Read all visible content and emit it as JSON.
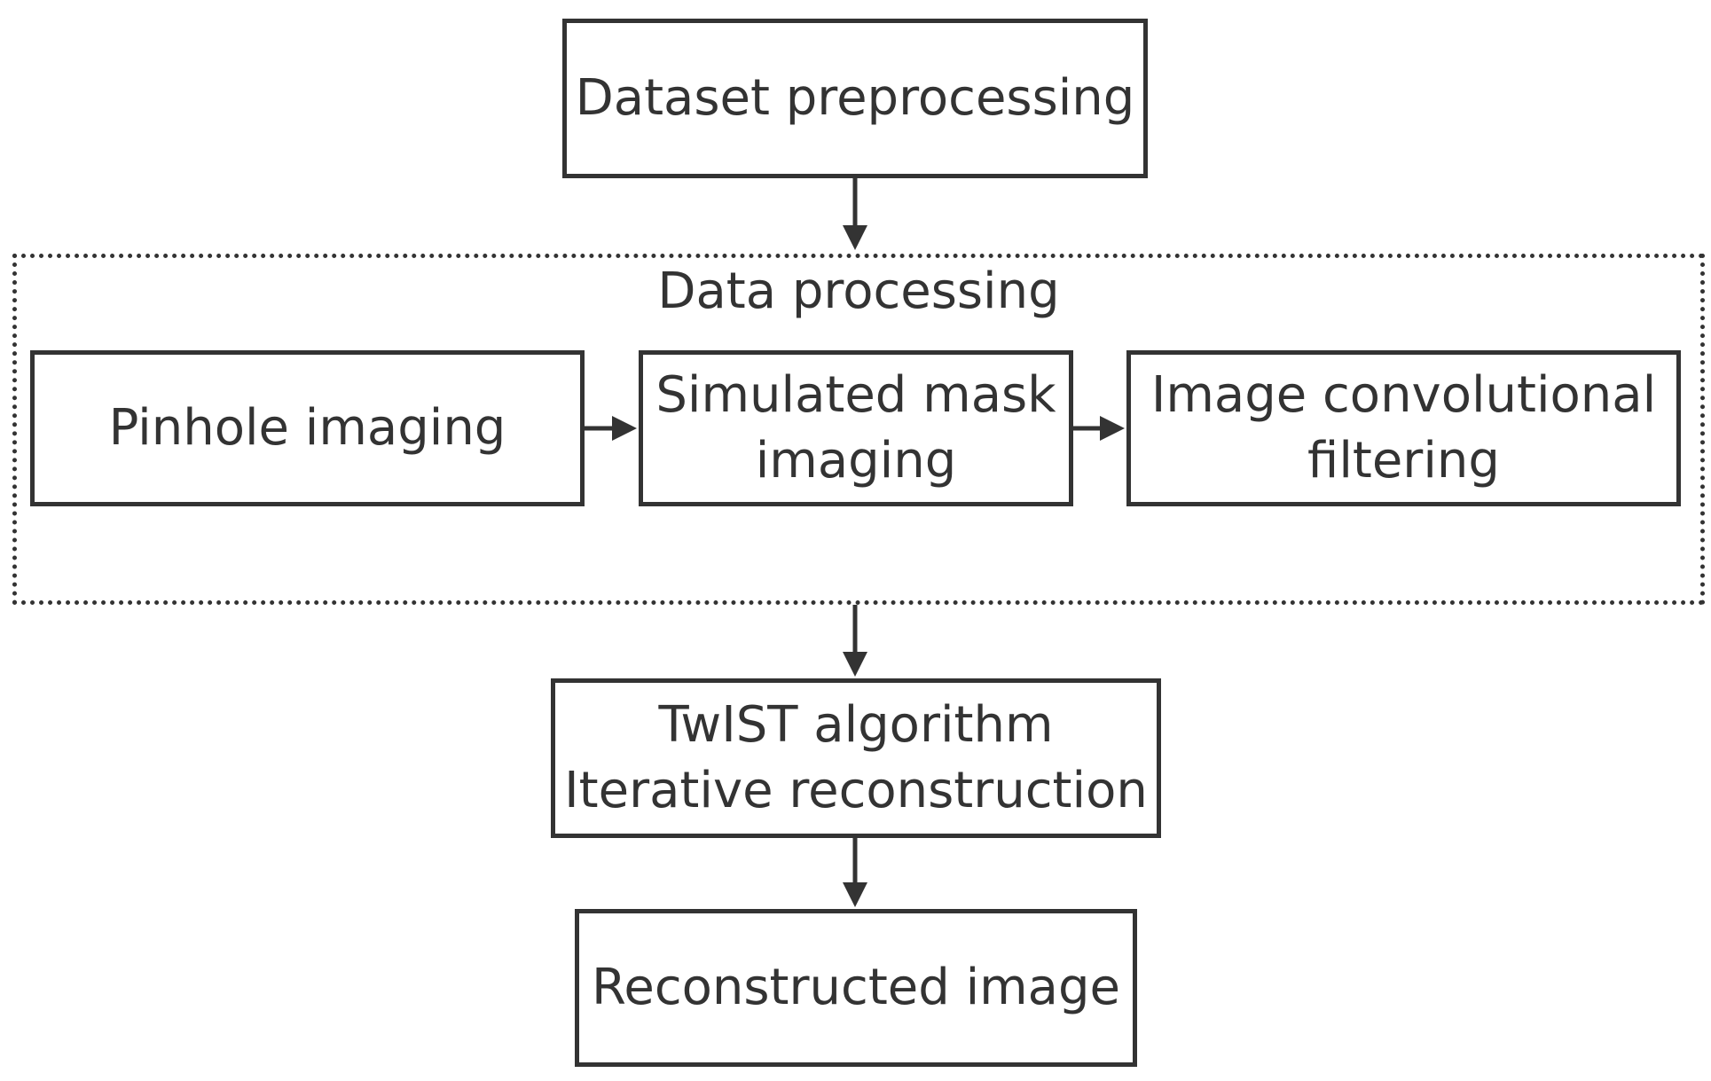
{
  "diagram": {
    "nodes": {
      "dataset_preprocessing": {
        "lines": [
          "Dataset preprocessing"
        ]
      },
      "pinhole_imaging": {
        "lines": [
          "Pinhole imaging"
        ]
      },
      "simulated_mask_imaging": {
        "lines": [
          "Simulated mask",
          "imaging"
        ]
      },
      "image_convolutional_filtering": {
        "lines": [
          "Image convolutional",
          "filtering"
        ]
      },
      "twist_algorithm": {
        "lines": [
          "TwIST algorithm",
          "Iterative reconstruction"
        ]
      },
      "reconstructed_image": {
        "lines": [
          "Reconstructed image"
        ]
      }
    },
    "groups": {
      "data_processing": {
        "title": "Data processing"
      }
    },
    "edges": [
      {
        "from": "dataset_preprocessing",
        "to": "data_processing"
      },
      {
        "from": "pinhole_imaging",
        "to": "simulated_mask_imaging"
      },
      {
        "from": "simulated_mask_imaging",
        "to": "image_convolutional_filtering"
      },
      {
        "from": "data_processing",
        "to": "twist_algorithm"
      },
      {
        "from": "twist_algorithm",
        "to": "reconstructed_image"
      }
    ],
    "colors": {
      "stroke": "#333333",
      "text": "#333333",
      "background": "#ffffff"
    }
  }
}
